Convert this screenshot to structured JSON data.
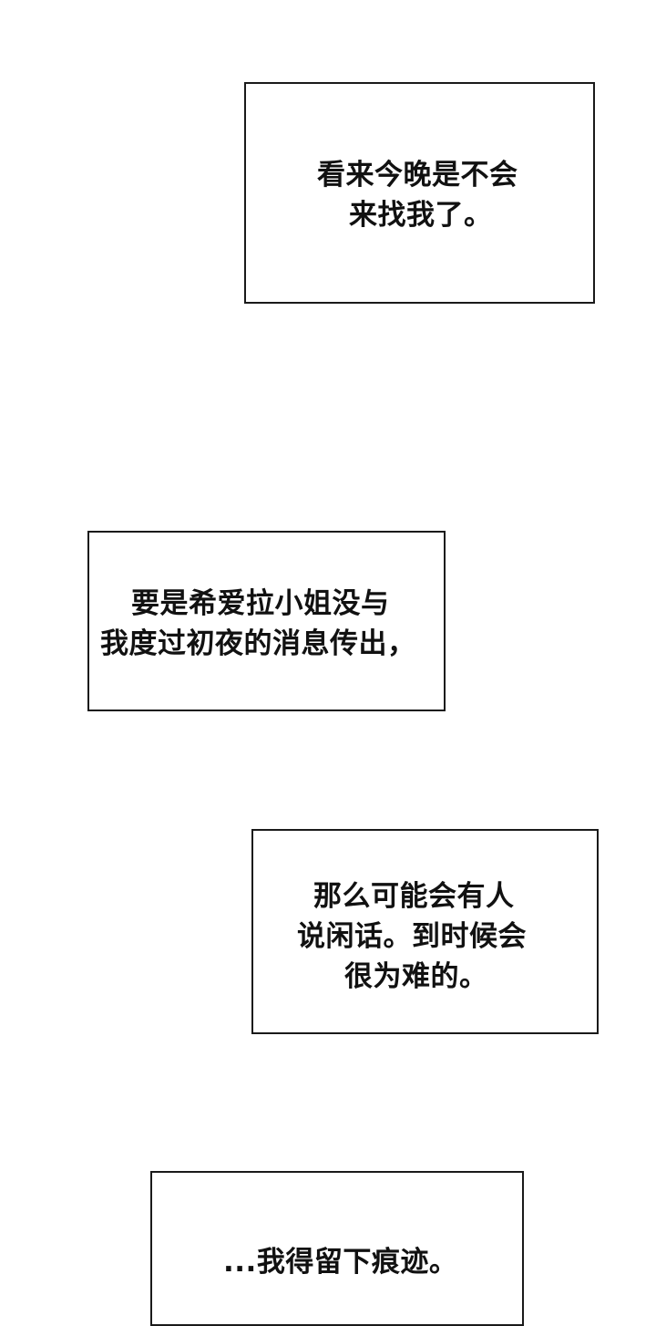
{
  "panels": [
    {
      "lines": [
        "看来今晚是不会",
        "来找我了。"
      ]
    },
    {
      "lines": [
        "要是希爱拉小姐没与",
        "我度过初夜的消息传出，"
      ]
    },
    {
      "lines": [
        "那么可能会有人",
        "说闲话。到时候会",
        "很为难的。"
      ]
    },
    {
      "lines": [
        "...我得留下痕迹。"
      ]
    }
  ]
}
